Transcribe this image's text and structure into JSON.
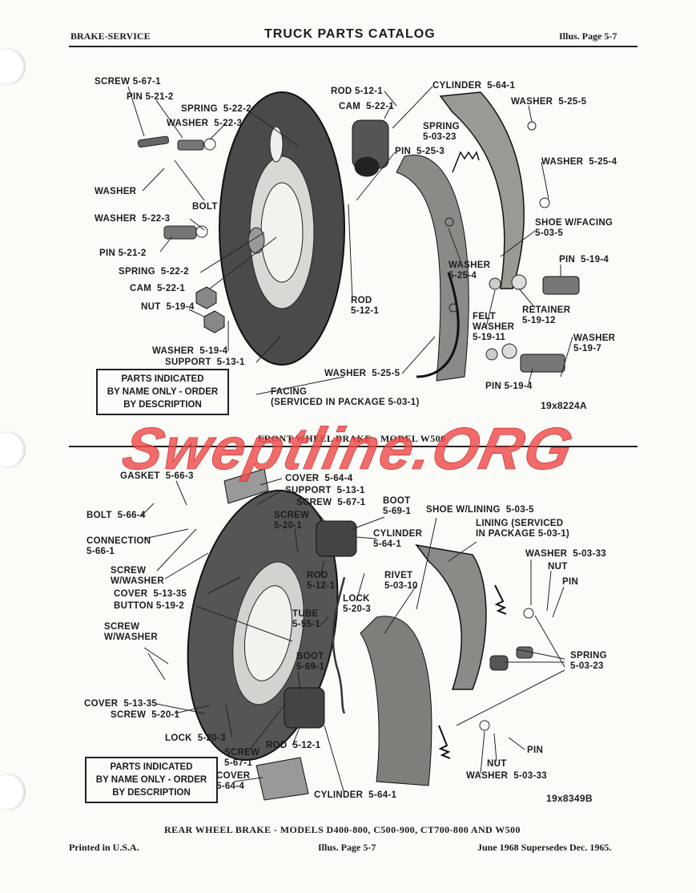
{
  "header": {
    "left": "BRAKE-SERVICE",
    "title": "TRUCK PARTS CATALOG",
    "right": "Illus. Page 5-7"
  },
  "watermark": "Sweptline.ORG",
  "front": {
    "caption": "FRONT WHEEL BRAKE - MODEL W500",
    "figure_no": "19x8224A",
    "notice": [
      "PARTS INDICATED",
      "BY NAME ONLY - ORDER",
      "BY DESCRIPTION"
    ],
    "labels": {
      "screw": "SCREW 5-67-1",
      "pin1": "PIN 5-21-2",
      "spring1": "SPRING  5-22-2",
      "washer1": "WASHER  5-22-3",
      "washer_plain": "WASHER",
      "bolt": "BOLT",
      "washer2": "WASHER  5-22-3",
      "pin2": "PIN 5-21-2",
      "spring2": "SPRING  5-22-2",
      "cam2": "CAM  5-22-1",
      "nut": "NUT  5-19-4",
      "washer3": "WASHER  5-19-4",
      "support": "SUPPORT  5-13-1",
      "rod1": "ROD 5-12-1",
      "cam1": "CAM  5-22-1",
      "cylinder": "CYLINDER  5-64-1",
      "spring3": "SPRING\n5-03-23",
      "pin3": "PIN  5-25-3",
      "rod2": "ROD\n5-12-1",
      "washer4": "WASHER  5-25-5",
      "washer5": "WASHER  5-25-4",
      "shoe": "SHOE W/FACING\n5-03-5",
      "washer6": "WASHER\n5-25-4",
      "pin4": "PIN  5-19-4",
      "retainer": "RETAINER\n5-19-12",
      "felt": "FELT\nWASHER\n5-19-11",
      "washer7": "WASHER\n5-19-7",
      "washer8": "WASHER  5-25-5",
      "pin5": "PIN 5-19-4",
      "facing": "FACING\n(SERVICED IN PACKAGE 5-03-1)"
    }
  },
  "rear": {
    "caption": "REAR WHEEL BRAKE - MODELS D400-800, C500-900, CT700-800 AND W500",
    "figure_no": "19x8349B",
    "notice": [
      "PARTS INDICATED",
      "BY NAME ONLY - ORDER",
      "BY DESCRIPTION"
    ],
    "labels": {
      "gasket": "GASKET  5-66-3",
      "cover1": "COVER  5-64-4",
      "support": "SUPPORT  5-13-1",
      "screw1": "SCREW  5-67-1",
      "boot1": "BOOT\n5-69-1",
      "screw2": "SCREW\n5-20-1",
      "bolt": "BOLT  5-66-4",
      "connection": "CONNECTION\n5-66-1",
      "cylinder1": "CYLINDER\n5-64-1",
      "shoe": "SHOE W/LINING  5-03-5",
      "lining": "LINING (SERVICED\nIN PACKAGE 5-03-1)",
      "screw_washer1": "SCREW\nW/WASHER",
      "cover2": "COVER  5-13-35",
      "button": "BUTTON 5-19-2",
      "rod": "ROD\n5-12-1",
      "rivet": "RIVET\n5-03-10",
      "lock1": "LOCK\n5-20-3",
      "washer1": "WASHER  5-03-33",
      "nut1": "NUT",
      "pin1": "PIN",
      "tube": "TUBE\n5-55-1",
      "screw_washer2": "SCREW\nW/WASHER",
      "boot2": "BOOT\n5-69-1",
      "spring": "SPRING\n5-03-23",
      "cover3": "COVER  5-13-35",
      "screw3": "SCREW  5-20-1",
      "lock2": "LOCK  5-20-3",
      "screw4": "SCREW\n5-67-1",
      "rod2": "ROD  5-12-1",
      "cover4": "COVER\n5-64-4",
      "cylinder2": "CYLINDER  5-64-1",
      "pin2": "PIN",
      "nut2": "NUT",
      "washer2": "WASHER  5-03-33"
    }
  },
  "footer": {
    "left": "Printed in U.S.A.",
    "center": "Illus. Page 5-7",
    "right": "June 1968 Supersedes Dec. 1965."
  }
}
